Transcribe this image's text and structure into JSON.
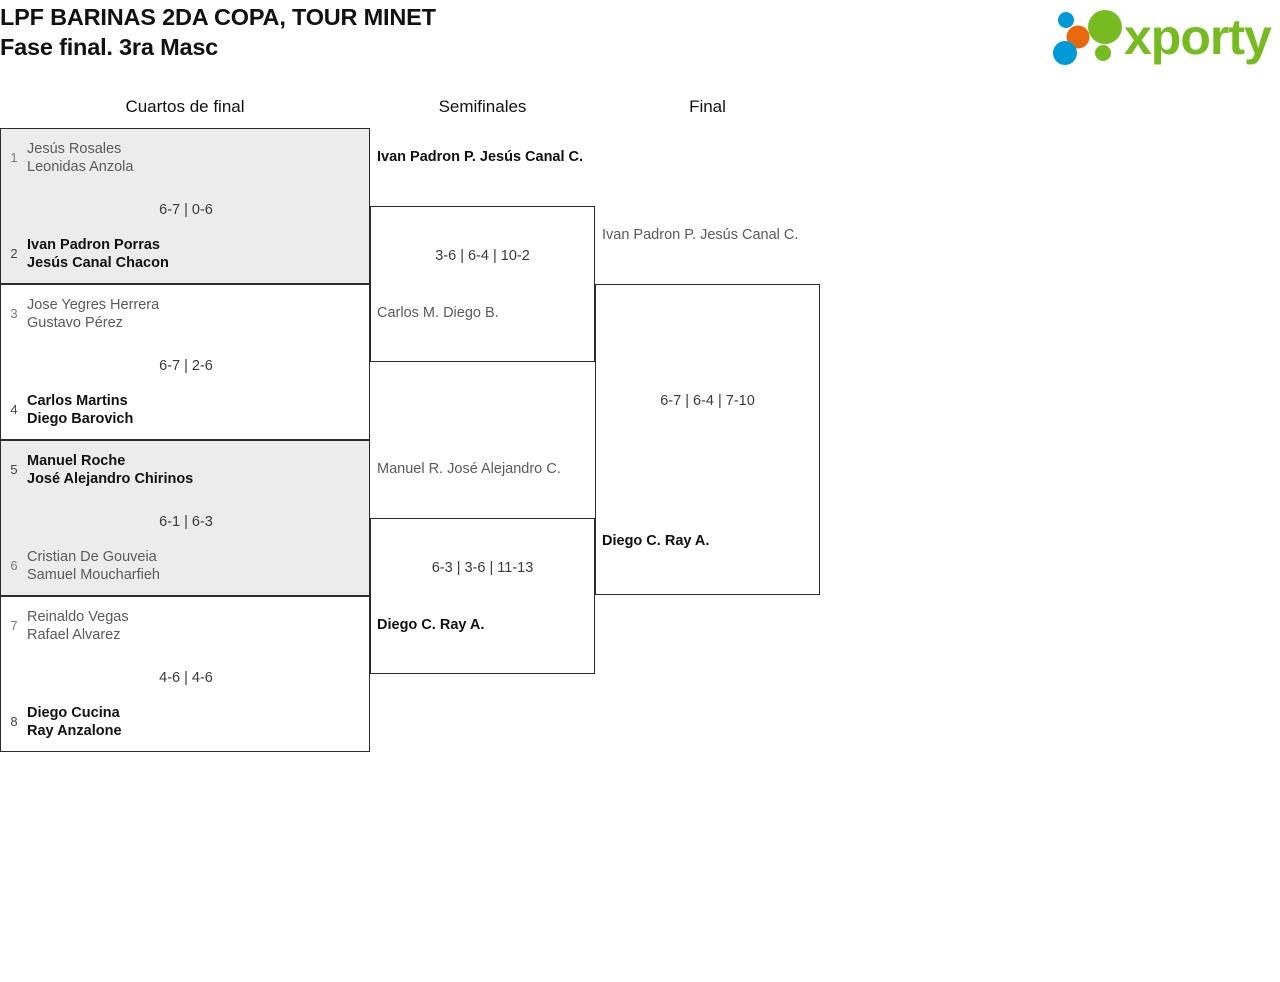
{
  "header": {
    "title_line1": "LPF BARINAS 2DA COPA, TOUR MINET",
    "title_line2": "Fase final. 3ra Masc",
    "logo": {
      "name": "xporty-logo",
      "wordmark": "xporty",
      "colors": {
        "green": "#76bc21",
        "blue": "#0099d8",
        "orange": "#e8690b"
      }
    }
  },
  "rounds": [
    {
      "label": "Cuartos de final"
    },
    {
      "label": "Semifinales"
    },
    {
      "label": "Final"
    }
  ],
  "quarterfinals": [
    {
      "shaded": true,
      "top": {
        "seed": "1",
        "p1": "Jesús Rosales",
        "p2": "Leonidas Anzola",
        "result": "loser"
      },
      "bottom": {
        "seed": "2",
        "p1": "Ivan Padron Porras",
        "p2": "Jesús Canal Chacon",
        "result": "winner"
      },
      "score": "6-7 | 0-6"
    },
    {
      "shaded": false,
      "top": {
        "seed": "3",
        "p1": "Jose Yegres Herrera",
        "p2": "Gustavo Pérez",
        "result": "loser"
      },
      "bottom": {
        "seed": "4",
        "p1": "Carlos Martins",
        "p2": "Diego Barovich",
        "result": "winner"
      },
      "score": "6-7 | 2-6"
    },
    {
      "shaded": true,
      "top": {
        "seed": "5",
        "p1": "Manuel Roche",
        "p2": "José Alejandro Chirinos",
        "result": "winner"
      },
      "bottom": {
        "seed": "6",
        "p1": "Cristian De Gouveia",
        "p2": "Samuel Moucharfieh",
        "result": "loser"
      },
      "score": "6-1 | 6-3"
    },
    {
      "shaded": false,
      "top": {
        "seed": "7",
        "p1": "Reinaldo Vegas",
        "p2": "Rafael Alvarez",
        "result": "loser"
      },
      "bottom": {
        "seed": "8",
        "p1": "Diego Cucina",
        "p2": "Ray Anzalone",
        "result": "winner"
      },
      "score": "4-6 | 4-6"
    }
  ],
  "semifinals": [
    {
      "top": {
        "p1": "Ivan Padron P.",
        "p2": "Jesús Canal C.",
        "result": "winner"
      },
      "bottom": {
        "p1": "Carlos M.",
        "p2": "Diego B.",
        "result": "loser"
      },
      "score": "3-6 | 6-4 | 10-2"
    },
    {
      "top": {
        "p1": "Manuel R.",
        "p2": "José Alejandro C.",
        "result": "loser"
      },
      "bottom": {
        "p1": "Diego C.",
        "p2": "Ray A.",
        "result": "winner"
      },
      "score": "6-3 | 3-6 | 11-13"
    }
  ],
  "final": {
    "top": {
      "p1": "Ivan Padron P.",
      "p2": "Jesús Canal C.",
      "result": "loser"
    },
    "bottom": {
      "p1": "Diego C.",
      "p2": "Ray A.",
      "result": "winner"
    },
    "score": "6-7 | 6-4 | 7-10"
  }
}
